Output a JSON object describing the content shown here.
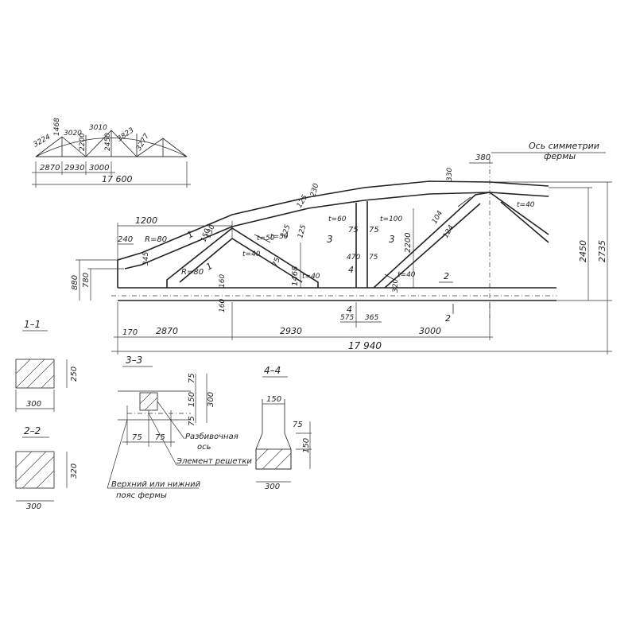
{
  "scheme": {
    "panels": [
      "2870",
      "2930",
      "3000"
    ],
    "span": "17 600",
    "top_chords": [
      "3224",
      "3020",
      "3010"
    ],
    "diagonals": [
      "1468",
      "2200",
      "2450",
      "3823",
      "3277"
    ]
  },
  "elevation": {
    "left_top": "1200",
    "left_small": "240",
    "radius": "R=80",
    "support_heights": [
      "880",
      "780"
    ],
    "small_dims": [
      "345",
      "130",
      "125",
      "230",
      "330",
      "380",
      "160",
      "160",
      "150"
    ],
    "hole_labels": [
      "t=40",
      "t=40",
      "t=50",
      "t=60",
      "t=100",
      "t=40",
      "t=40",
      "t=50"
    ],
    "web": [
      "75",
      "75",
      "470",
      "75",
      "75",
      "125",
      "125",
      "104",
      "124"
    ],
    "heights": [
      "1468",
      "2200",
      "2450",
      "2735"
    ],
    "bottom": [
      "170",
      "2870",
      "2930",
      "3000",
      "575",
      "365",
      "320"
    ],
    "total": "17 940",
    "axis_label": "Ось симметрии",
    "axis_label2": "фермы",
    "section_marks": [
      "1",
      "1",
      "2",
      "2",
      "3",
      "3",
      "4",
      "4"
    ]
  },
  "sections": {
    "s11": {
      "title": "1–1",
      "width": "300",
      "height": "250"
    },
    "s22": {
      "title": "2–2",
      "width": "300",
      "height": "320"
    },
    "s33": {
      "title": "3–3",
      "dims": [
        "75",
        "75",
        "150",
        "300",
        "75",
        "75"
      ],
      "label_layout": "Разбивочная",
      "label_layout2": "ось",
      "label_element": "Элемент решетки",
      "label_chord": "Верхний или нижний",
      "label_chord2": "пояс фермы"
    },
    "s44": {
      "title": "4–4",
      "dims": [
        "150",
        "75",
        "150",
        "300"
      ]
    }
  }
}
